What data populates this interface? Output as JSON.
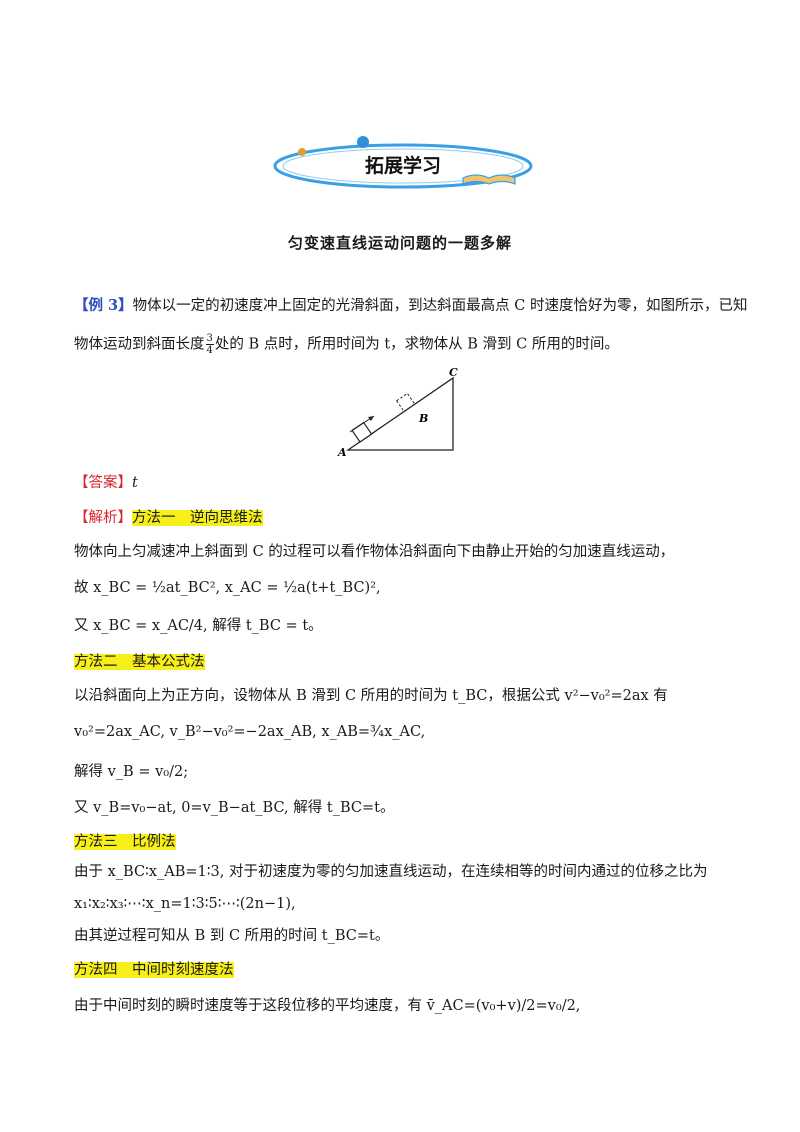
{
  "banner": {
    "title": "拓展学习"
  },
  "section_title": "匀变速直线运动问题的一题多解",
  "example": {
    "tag": "【例 3】",
    "line1": "物体以一定的初速度冲上固定的光滑斜面，到达斜面最高点 C 时速度恰好为零，如图所示，已知",
    "line2_a": "物体运动到斜面长度",
    "frac_n": "3",
    "frac_d": "4",
    "line2_b": "处的 B 点时，所用时间为 t，求物体从 B 滑到 C 所用的时间。"
  },
  "figure": {
    "label_a": "A",
    "label_b": "B",
    "label_c": "C"
  },
  "answer": {
    "tag": "【答案】",
    "value": "t"
  },
  "analysis": {
    "tag": "【解析】",
    "m1_title": "方法一　逆向思维法",
    "m1_l1": "物体向上匀减速冲上斜面到 C 的过程可以看作物体沿斜面向下由静止开始的匀加速直线运动，",
    "m1_l2": "故 x_BC = ½at_BC², x_AC = ½a(t+t_BC)²,",
    "m1_l3": "又 x_BC = x_AC/4, 解得 t_BC = t。",
    "m2_title": "方法二　基本公式法",
    "m2_l1": "以沿斜面向上为正方向，设物体从 B 滑到 C 所用的时间为 t_BC，根据公式 v²−v₀²=2ax 有",
    "m2_l2": "v₀²=2ax_AC, v_B²−v₀²=−2ax_AB, x_AB=¾x_AC,",
    "m2_l3": "解得 v_B = v₀/2;",
    "m2_l4": "又 v_B=v₀−at, 0=v_B−at_BC, 解得 t_BC=t。",
    "m3_title": "方法三　比例法",
    "m3_l1": "由于 x_BC∶x_AB=1∶3, 对于初速度为零的匀加速直线运动，在连续相等的时间内通过的位移之比为",
    "m3_l2": "x₁∶x₂∶x₃∶⋯∶x_n=1∶3∶5∶⋯∶(2n−1),",
    "m3_l3": "由其逆过程可知从 B 到 C 所用的时间 t_BC=t。",
    "m4_title": "方法四　中间时刻速度法",
    "m4_l1": "由于中间时刻的瞬时速度等于这段位移的平均速度，有 v̄_AC=(v₀+v)/2=v₀/2,"
  }
}
